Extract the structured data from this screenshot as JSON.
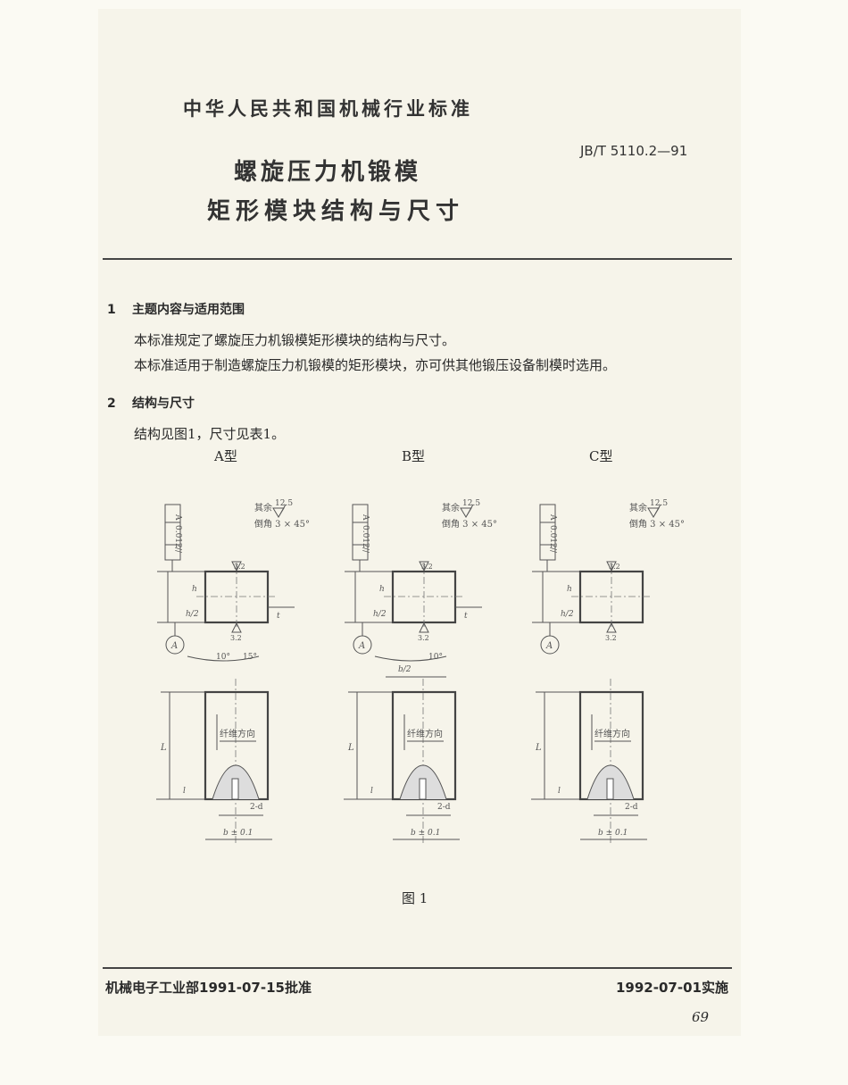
{
  "header": {
    "org": "中华人民共和国机械行业标准",
    "code": "JB/T 5110.2—91",
    "title_line1": "螺旋压力机锻模",
    "title_line2": "矩形模块结构与尺寸"
  },
  "sections": [
    {
      "number": "1",
      "title": "主题内容与适用范围",
      "paragraphs": [
        "本标准规定了螺旋压力机锻模矩形模块的结构与尺寸。",
        "本标准适用于制造螺旋压力机锻模的矩形模块，亦可供其他锻压设备制模时选用。"
      ]
    },
    {
      "number": "2",
      "title": "结构与尺寸",
      "paragraphs": [
        "结构见图1，尺寸见表1。"
      ]
    }
  ],
  "figure": {
    "caption": "图 1",
    "types": [
      {
        "label": "A型",
        "tolerance": "0.012",
        "angles": [
          "10°",
          "15°"
        ]
      },
      {
        "label": "B型",
        "tolerance": "0.012",
        "angles": [
          "10°"
        ]
      },
      {
        "label": "C型",
        "tolerance": "0.012",
        "angles": []
      }
    ],
    "annotations": {
      "other_surface": "其余",
      "roughness_other": "12.5",
      "chamfer": "倒角 3 × 45°",
      "roughness": "3.2",
      "parallel_symbol": "//",
      "datum": "A",
      "h": "h",
      "h_half": "h/2",
      "t": "t",
      "L": "L",
      "l": "l",
      "b_half": "b/2",
      "fiber_direction": "纤维方向",
      "hole": "2-d",
      "b_tol": "b ± 0.1"
    }
  },
  "footer": {
    "approval": "机械电子工业部1991-07-15批准",
    "effective": "1992-07-01实施",
    "page": "69"
  }
}
